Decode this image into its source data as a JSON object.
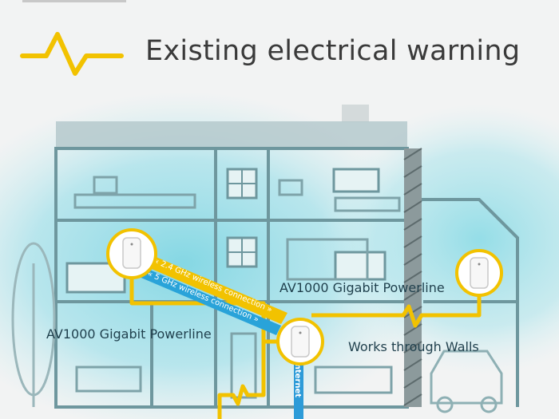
{
  "legend": {
    "title": "Existing electrical warning",
    "icon": "electrical-warning-icon",
    "color": "#f2c200"
  },
  "labels": {
    "powerline_right": "AV1000 Gigabit Powerline",
    "powerline_left": "AV1000 Gigabit Powerline",
    "walls": "Works through Walls",
    "internet": "Internet",
    "wifi_24": "« 2.4 GHz wireless connection »",
    "wifi_5": "« 5 GHz wireless connection »"
  },
  "colors": {
    "wire": "#f2c200",
    "internet_cable": "#2d9bd8",
    "wifi_band_24": "#f2c200",
    "wifi_band_5": "#29a3d9",
    "glow": "#a8e3ea",
    "house": "#6f9aa1"
  }
}
